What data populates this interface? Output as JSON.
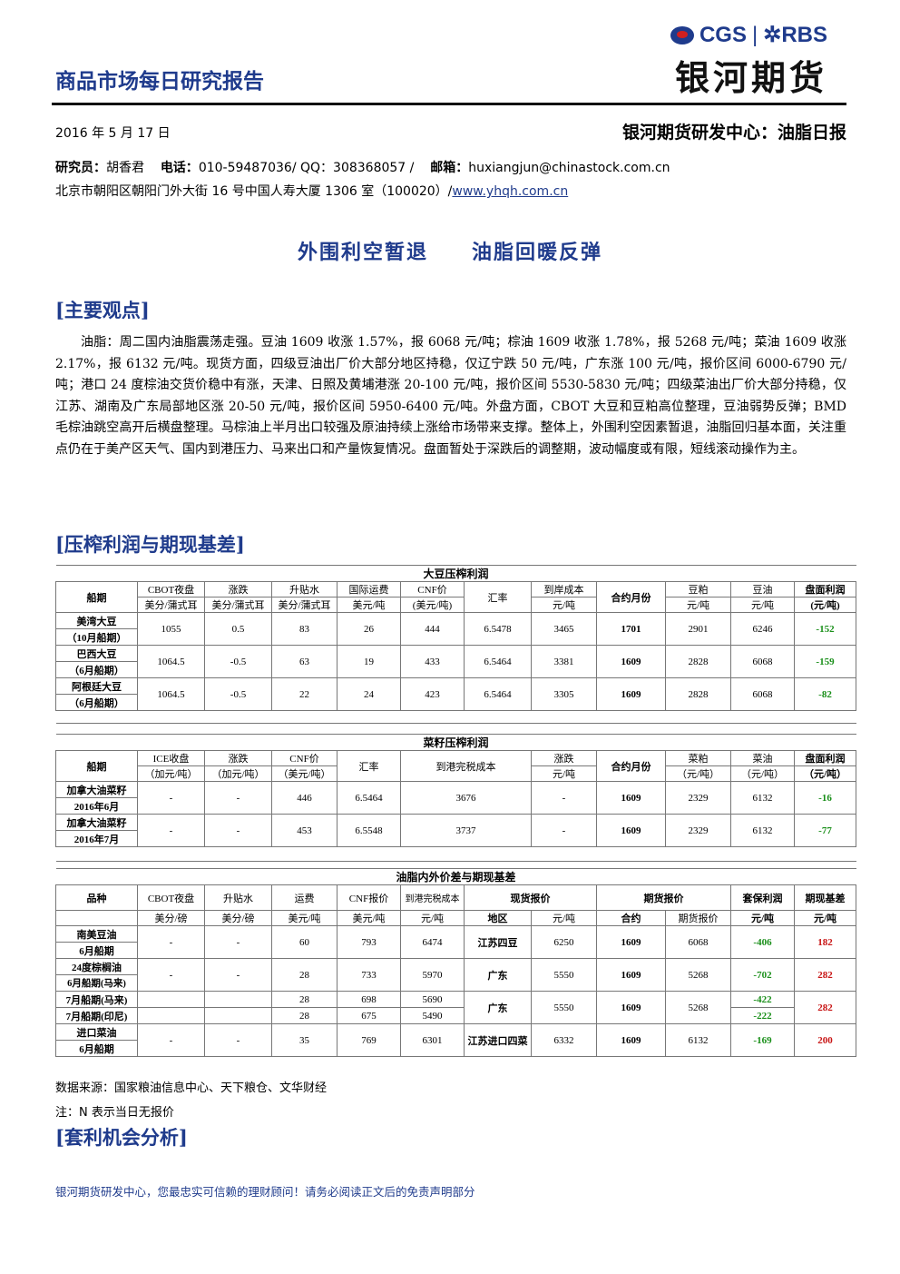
{
  "header": {
    "logo_top_left": "CGS",
    "logo_separator": "|",
    "logo_top_right": "RBS",
    "logo_cn": "银河期货",
    "title": "商品市场每日研究报告",
    "date": "2016 年 5 月 17 日",
    "center": "银河期货研发中心：油脂日报",
    "researcher_label": "研究员：",
    "researcher": "胡香君",
    "phone_label": "电话：",
    "phone": "010-59487036/ QQ：308368057 /",
    "email_label": "邮箱：",
    "email": "huxiangjun@chinastock.com.cn",
    "address": "北京市朝阳区朝阳门外大街 16 号中国人寿大厦 1306 室（100020）/",
    "website": "www.yhqh.com.cn"
  },
  "headline": "外围利空暂退　　油脂回暖反弹",
  "sections": {
    "main_view": "[主要观点]",
    "profit": "[压榨利润与期现基差]",
    "arbitrage": "[套利机会分析]"
  },
  "main_paragraph": "油脂：周二国内油脂震荡走强。豆油 1609 收涨 1.57%，报 6068 元/吨；棕油 1609 收涨 1.78%，报 5268 元/吨；菜油 1609 收涨 2.17%，报 6132 元/吨。现货方面，四级豆油出厂价大部分地区持稳，仅辽宁跌 50 元/吨，广东涨 100 元/吨，报价区间 6000-6790 元/吨；港口 24 度棕油交货价稳中有涨，天津、日照及黄埔港涨 20-100 元/吨，报价区间 5530-5830 元/吨；四级菜油出厂价大部分持稳，仅江苏、湖南及广东局部地区涨 20-50 元/吨，报价区间 5950-6400 元/吨。外盘方面，CBOT 大豆和豆粕高位整理，豆油弱势反弹；BMD 毛棕油跳空高开后横盘整理。马棕油上半月出口较强及原油持续上涨给市场带来支撑。整体上，外围利空因素暂退，油脂回归基本面，关注重点仍在于美产区天气、国内到港压力、马来出口和产量恢复情况。盘面暂处于深跌后的调整期，波动幅度或有限，短线滚动操作为主。",
  "soy_table": {
    "title": "大豆压榨利润",
    "headers": [
      "船期",
      "CBOT夜盘",
      "涨跌",
      "升贴水",
      "国际运费",
      "CNF价",
      "汇率",
      "到岸成本",
      "合约月份",
      "豆粕",
      "豆油",
      "盘面利润"
    ],
    "units": [
      "美分/蒲式耳",
      "美分/蒲式耳",
      "美分/蒲式耳",
      "美元/吨",
      "(美元/吨)",
      "元/吨",
      "元/吨",
      "元/吨",
      "(元/吨)"
    ],
    "rows": [
      {
        "name1": "美湾大豆",
        "name2": "（10月船期）",
        "cells": [
          "1055",
          "0.5",
          "83",
          "26",
          "444",
          "6.5478",
          "3465",
          "1701",
          "2901",
          "6246"
        ],
        "profit": "-152"
      },
      {
        "name1": "巴西大豆",
        "name2": "（6月船期）",
        "cells": [
          "1064.5",
          "-0.5",
          "63",
          "19",
          "433",
          "6.5464",
          "3381",
          "1609",
          "2828",
          "6068"
        ],
        "profit": "-159"
      },
      {
        "name1": "阿根廷大豆",
        "name2": "（6月船期）",
        "cells": [
          "1064.5",
          "-0.5",
          "22",
          "24",
          "423",
          "6.5464",
          "3305",
          "1609",
          "2828",
          "6068"
        ],
        "profit": "-82"
      }
    ]
  },
  "rapeseed_table": {
    "title": "菜籽压榨利润",
    "headers": [
      "船期",
      "ICE收盘",
      "涨跌",
      "CNF价",
      "汇率",
      "到港完税成本",
      "涨跌",
      "合约月份",
      "菜粕",
      "菜油",
      "盘面利润"
    ],
    "units": [
      "（加元/吨）",
      "（加元/吨）",
      "（美元/吨）",
      "元/吨",
      "（元/吨）",
      "（元/吨）",
      "（元/吨）"
    ],
    "rows": [
      {
        "name1": "加拿大油菜籽",
        "name2": "2016年6月",
        "cells": [
          "-",
          "-",
          "446",
          "6.5464",
          "3676",
          "-",
          "1609",
          "2329",
          "6132"
        ],
        "profit": "-16"
      },
      {
        "name1": "加拿大油菜籽",
        "name2": "2016年7月",
        "cells": [
          "-",
          "-",
          "453",
          "6.5548",
          "3737",
          "-",
          "1609",
          "2329",
          "6132"
        ],
        "profit": "-77"
      }
    ]
  },
  "oil_table": {
    "title": "油脂内外价差与期现基差",
    "headers": [
      "品种",
      "CBOT夜盘",
      "升贴水",
      "运费",
      "CNF报价",
      "到港完税成本",
      "现货报价",
      "期货报价",
      "套保利润",
      "期现基差"
    ],
    "units": [
      "美分/磅",
      "美分/磅",
      "美元/吨",
      "美元/吨",
      "元/吨",
      "地区",
      "元/吨",
      "合约",
      "期货报价",
      "元/吨",
      "元/吨"
    ],
    "rows": [
      {
        "name1": "南美豆油",
        "name2": "6月船期",
        "cells": [
          "-",
          "-",
          "60",
          "793",
          "6474"
        ],
        "region": "江苏四豆",
        "spot": "6250",
        "contract": "1609",
        "futures": "6068",
        "hedge": "-406",
        "basis": "182"
      },
      {
        "name1": "24度棕榈油",
        "name2": "6月船期(马来)",
        "cells": [
          "-",
          "-",
          "28",
          "733",
          "5970"
        ],
        "region": "广东",
        "spot": "5550",
        "contract": "1609",
        "futures": "5268",
        "hedge": "-702",
        "basis": "282"
      },
      {
        "name1": "7月船期(马来)",
        "cells": [
          "",
          "",
          "28",
          "698",
          "5690"
        ],
        "hedge": "-422"
      },
      {
        "name1": "7月船期(印尼)",
        "cells": [
          "",
          "",
          "28",
          "675",
          "5490"
        ],
        "hedge": "-222"
      },
      {
        "name1": "进口菜油",
        "name2": "6月船期",
        "cells": [
          "-",
          "-",
          "35",
          "769",
          "6301"
        ],
        "region": "江苏进口四菜",
        "spot": "6332",
        "contract": "1609",
        "futures": "6132",
        "hedge": "-169",
        "basis": "200"
      }
    ],
    "merged_region": "广东",
    "merged_spot": "5550",
    "merged_contract": "1609",
    "merged_futures": "5268",
    "merged_basis": "282"
  },
  "source": "数据来源：国家粮油信息中心、天下粮仓、文华财经",
  "note": "注：N 表示当日无报价",
  "footer": "银河期货研发中心，您最忠实可信赖的理财顾问！请务必阅读正文后的免责声明部分",
  "colors": {
    "brand_blue": "#1f3b8c",
    "negative_green": "#1a8f1a",
    "positive_red": "#c81414"
  }
}
